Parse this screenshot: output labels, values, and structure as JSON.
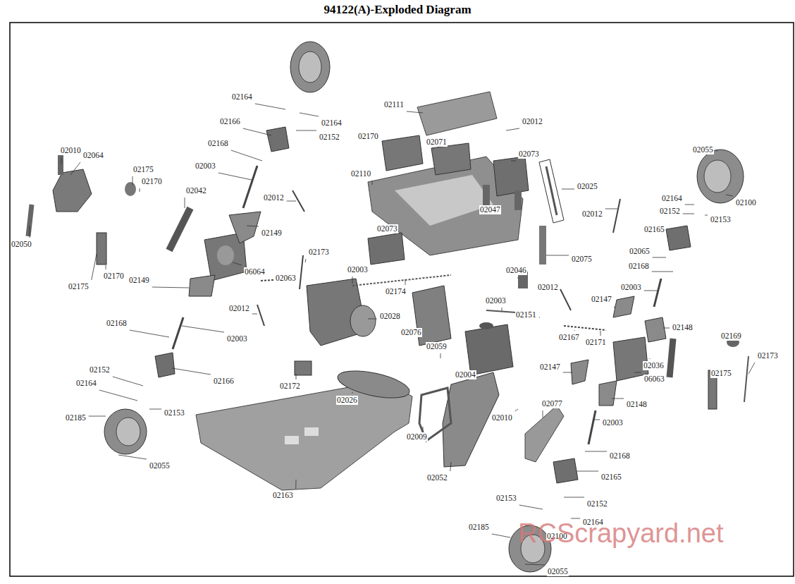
{
  "diagram": {
    "title": "94122(A)-Exploded Diagram",
    "labels": [
      "02164",
      "02164",
      "02166",
      "02152",
      "02168",
      "02003",
      "02010",
      "02064",
      "02175",
      "02170",
      "02042",
      "02012",
      "02149",
      "02050",
      "02175",
      "02170",
      "06064",
      "02063",
      "02173",
      "02149",
      "02012",
      "02168",
      "02003",
      "02152",
      "02164",
      "02166",
      "02153",
      "02185",
      "02055",
      "02111",
      "02012",
      "02170",
      "02071",
      "02073",
      "02025",
      "02110",
      "02047",
      "02073",
      "02003",
      "02174",
      "02028",
      "02076",
      "02046",
      "02075",
      "02012",
      "02003",
      "02151",
      "02167",
      "02171",
      "02059",
      "02004",
      "02172",
      "02026",
      "02009",
      "02052",
      "02010",
      "02077",
      "02163",
      "02055",
      "02164",
      "02100",
      "02152",
      "02153",
      "02012",
      "02165",
      "02065",
      "02168",
      "02003",
      "02147",
      "02148",
      "02169",
      "02173",
      "02036",
      "02175",
      "06063",
      "02147",
      "02148",
      "02003",
      "02168",
      "02165",
      "02153",
      "02152",
      "02164",
      "02185",
      "02100",
      "02055",
      "RCScrapyard.net"
    ]
  }
}
